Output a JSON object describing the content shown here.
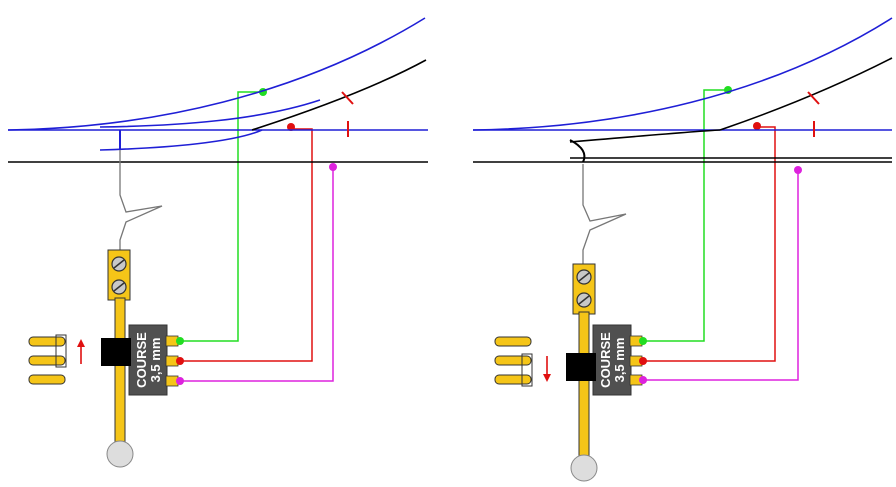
{
  "colors": {
    "rail_diverging": "#1f1fd6",
    "rail_straight": "#000000",
    "wire_green": "#22dd22",
    "wire_red": "#e01010",
    "wire_magenta": "#dd22dd",
    "spring": "#777777",
    "brass": "#f5c518",
    "switch_body": "#505050",
    "knob": "#dddddd",
    "isolation_mark": "#e01010"
  },
  "panels": [
    {
      "id": "left",
      "position_state": "diverging",
      "arrow_direction": "up",
      "switch": {
        "line1": "COURSE",
        "line2": "3,5 mm"
      }
    },
    {
      "id": "right",
      "position_state": "straight",
      "arrow_direction": "down",
      "switch": {
        "line1": "COURSE",
        "line2": "3,5 mm"
      }
    }
  ]
}
